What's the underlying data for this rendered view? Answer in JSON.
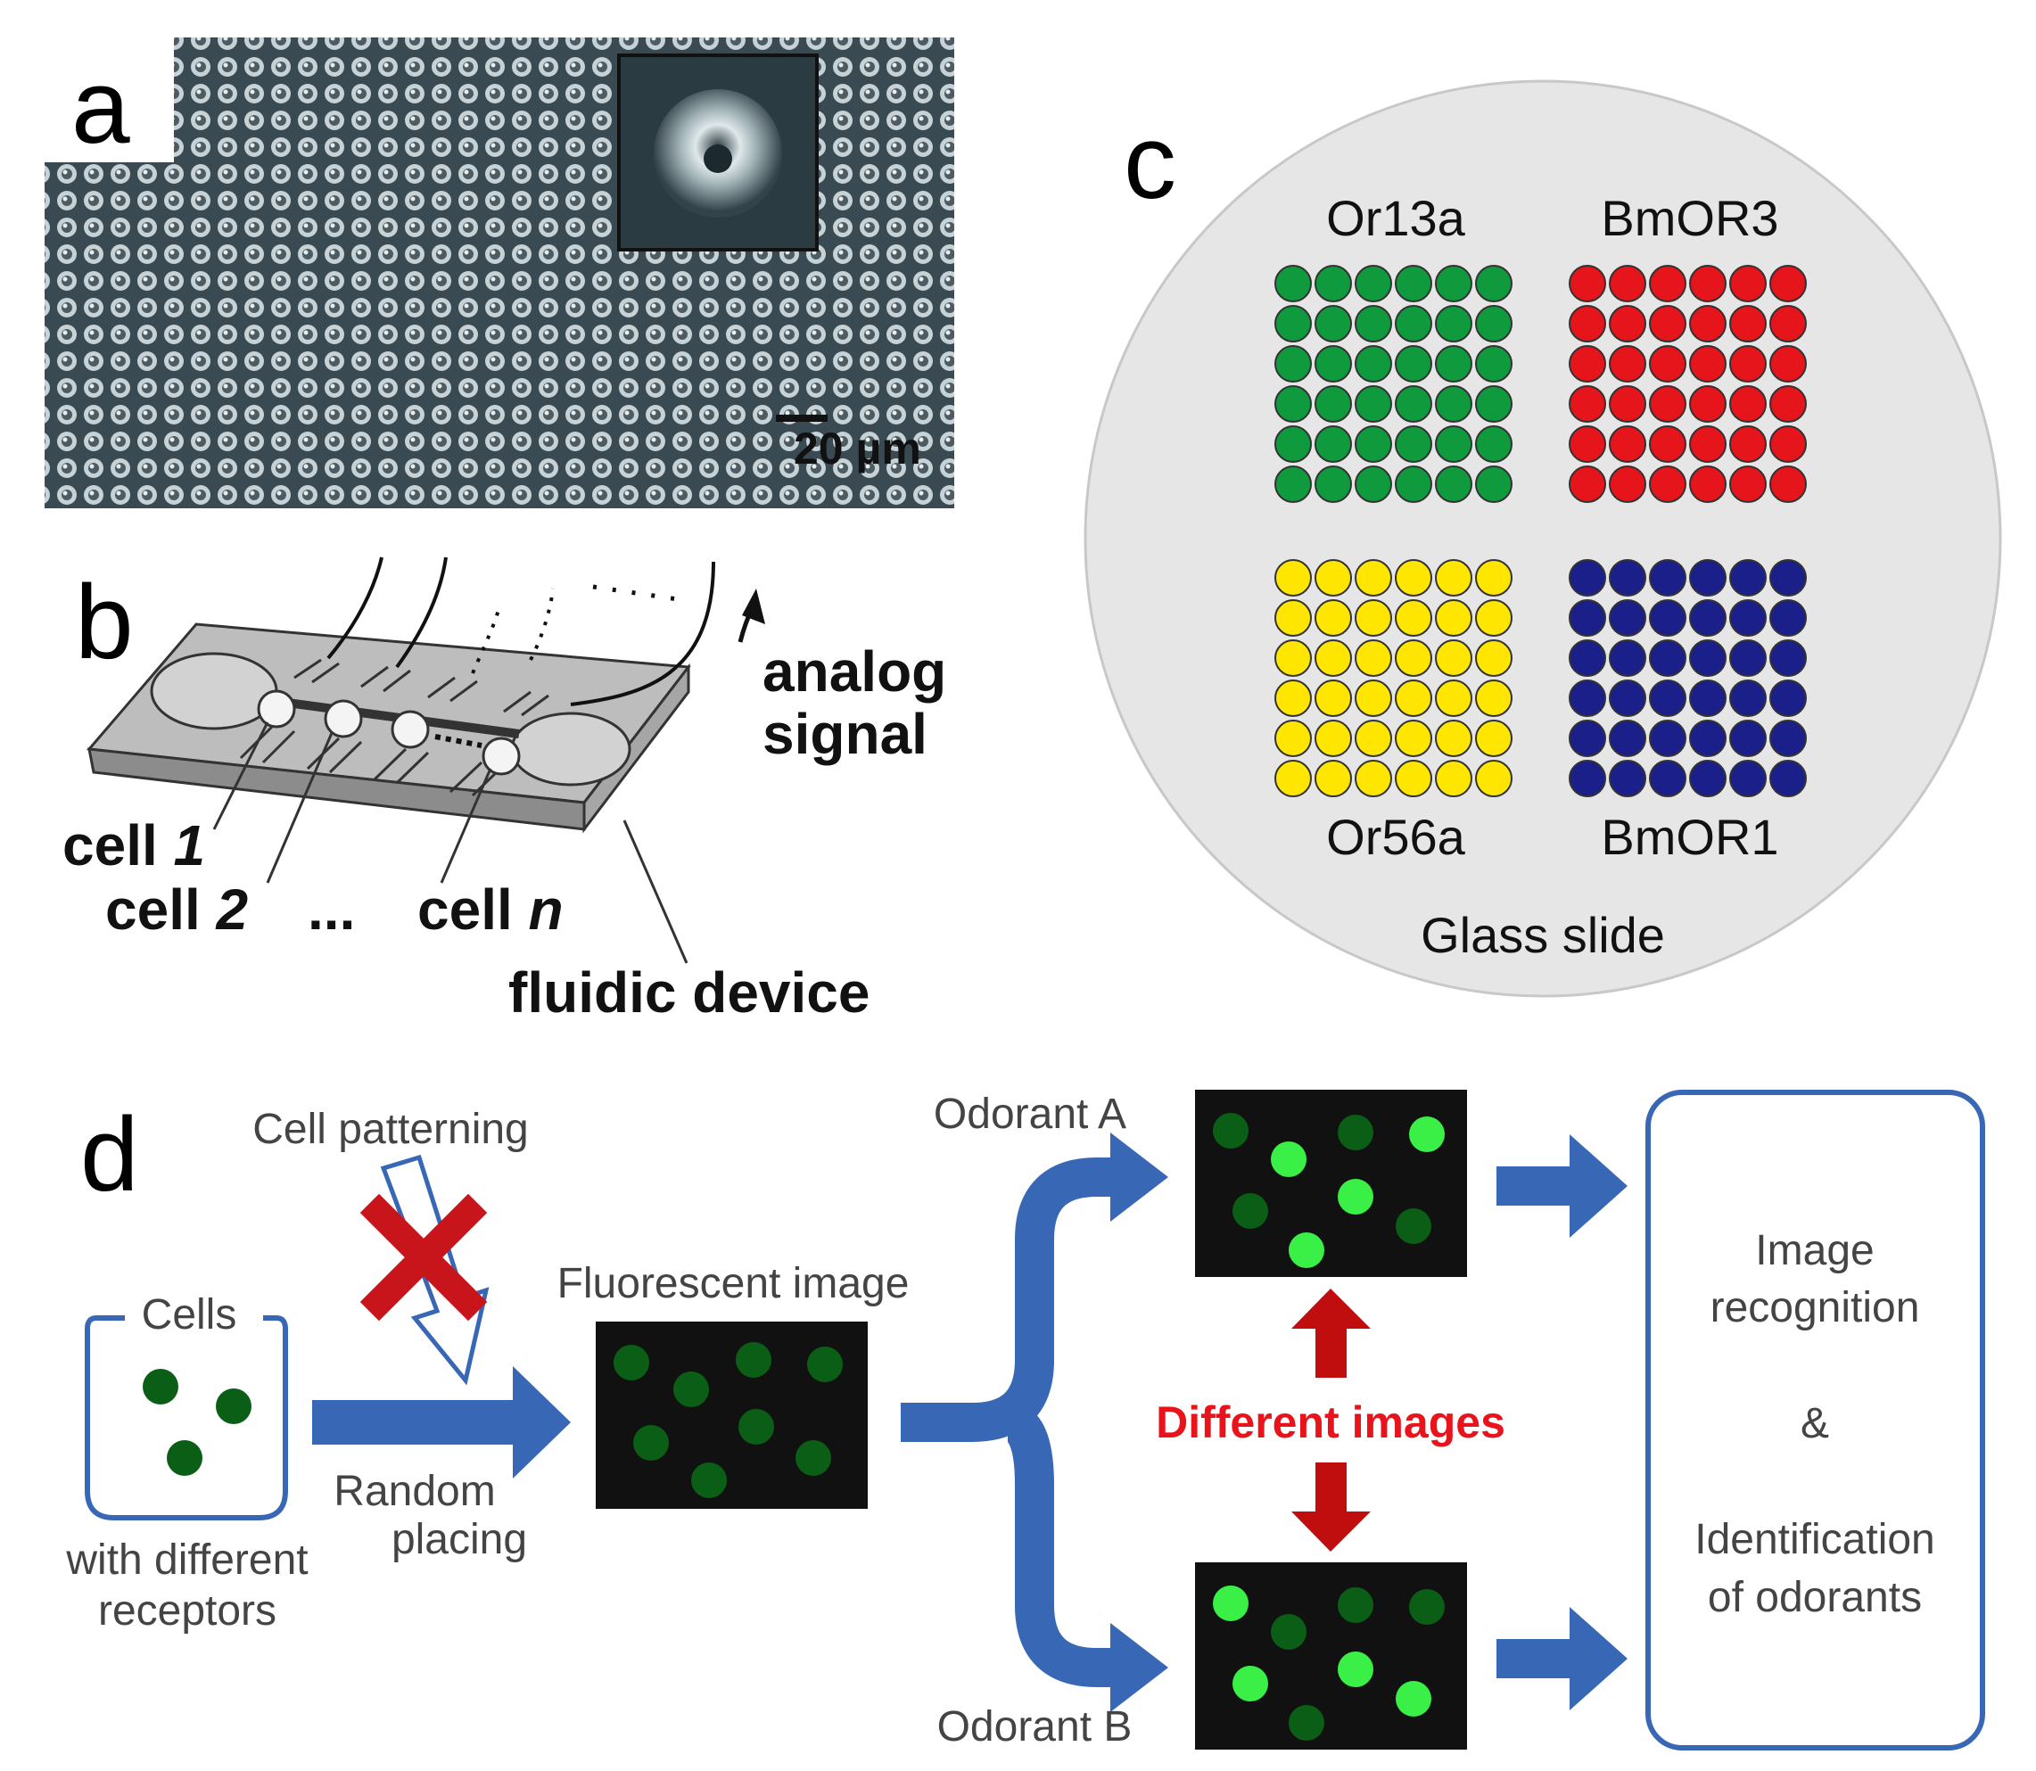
{
  "panels": {
    "a": {
      "label": "a",
      "scale_bar": "20 µm"
    },
    "b": {
      "label": "b",
      "cell_1": "cell ",
      "cell_1_n": "1",
      "cell_2": "cell ",
      "cell_2_n": "2",
      "ellipsis": "...",
      "cell_n": "cell ",
      "cell_n_n": "n",
      "analog_1": "analog",
      "analog_2": "signal",
      "fluidic": "fluidic device"
    },
    "c": {
      "label": "c",
      "slide_label": "Glass slide",
      "arrays": [
        {
          "name": "Or13a",
          "color": "#0f9a3e"
        },
        {
          "name": "BmOR3",
          "color": "#e6141b"
        },
        {
          "name": "Or56a",
          "color": "#ffe600"
        },
        {
          "name": "BmOR1",
          "color": "#1a1f8a"
        }
      ]
    },
    "d": {
      "label": "d",
      "cells": "Cells",
      "receptors_1": "with different",
      "receptors_2": "receptors",
      "patterning": "Cell patterning",
      "random_1": "Random",
      "random_2": "placing",
      "fluorescent": "Fluorescent image",
      "odorant_a": "Odorant A",
      "odorant_b": "Odorant B",
      "different": "Different images",
      "result_1": "Image",
      "result_2": "recognition",
      "result_3": "&",
      "result_4": "Identification",
      "result_5": "of odorants"
    }
  },
  "colors": {
    "arrow_blue": "#3867b5",
    "red_arrow": "#c00d0d",
    "cross_red": "#c8151b",
    "dark_green": "#0b5e16",
    "bright_green": "#3af046",
    "slide_grey": "#e6e6e6"
  }
}
